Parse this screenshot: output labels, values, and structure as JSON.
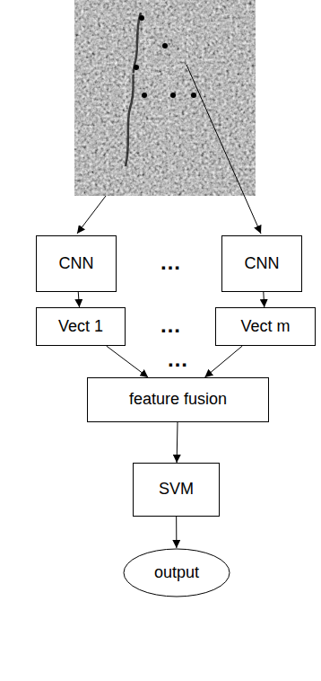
{
  "diagram": {
    "nodes": [
      {
        "text": [
          "CNN"
        ]
      },
      {
        "text": [
          "CNN"
        ]
      },
      {
        "text": [
          "Vect 1"
        ]
      },
      {
        "text": [
          "Vect m"
        ]
      },
      {
        "text": [
          "feature fusion"
        ]
      },
      {
        "text": [
          "SVM"
        ]
      },
      {
        "text": [
          "output"
        ]
      }
    ],
    "edges": [
      {
        "from": 0,
        "to": 2,
        "arrow": "to"
      },
      {
        "from": 1,
        "to": 3,
        "arrow": "to"
      },
      {
        "from": 2,
        "to": 4,
        "arrow": "to"
      },
      {
        "from": 3,
        "to": 4,
        "arrow": "to"
      },
      {
        "from": 4,
        "to": 5,
        "arrow": "to"
      },
      {
        "from": 5,
        "to": 6,
        "arrow": "to"
      }
    ],
    "labels": [
      "…",
      "…",
      "…"
    ]
  }
}
